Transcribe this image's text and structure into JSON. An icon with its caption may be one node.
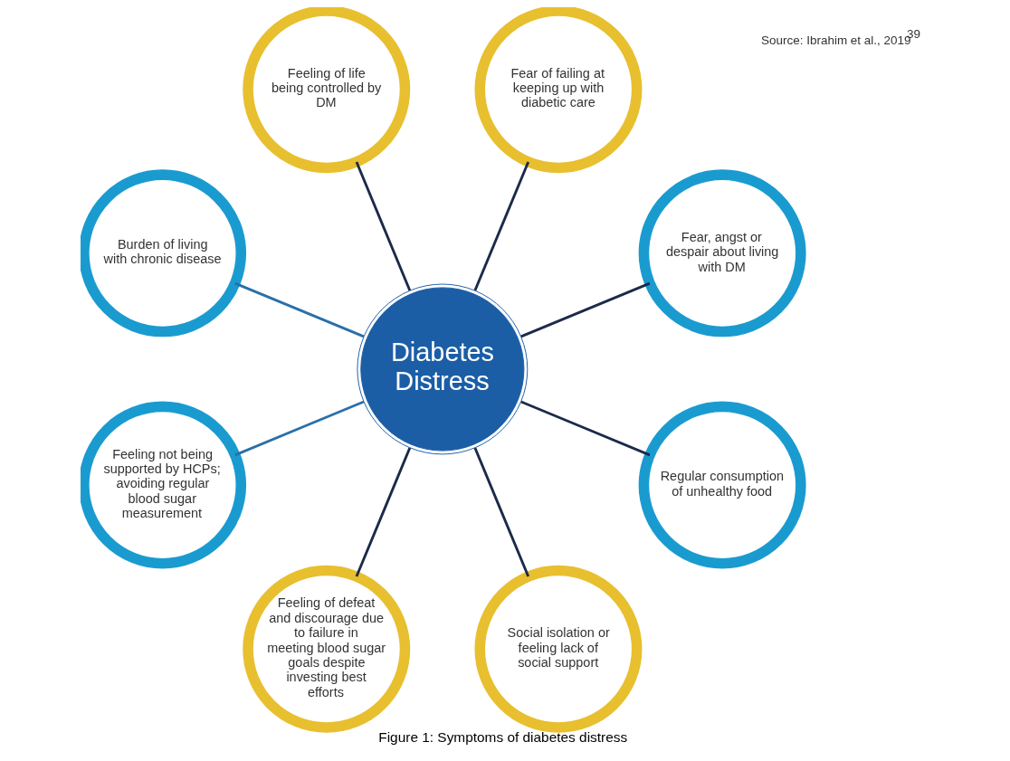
{
  "diagram": {
    "caption": "Figure 1: Symptoms of diabetes distress",
    "nodes": [
      {
        "text": [
          "Diabetes Distress"
        ]
      },
      {
        "text": [
          "Fear, angst or despair about living with DM"
        ]
      },
      {
        "text": [
          "Fear of failing at keeping up with diabetic care"
        ]
      },
      {
        "text": [
          "Feeling of life being controlled by DM"
        ]
      },
      {
        "text": [
          "Burden of living with chronic disease"
        ]
      },
      {
        "text": [
          "Feeling not being supported by HCPs; avoiding regular blood sugar measurement"
        ]
      },
      {
        "text": [
          "Feeling of defeat and discourage due to failure in meeting blood sugar goals despite investing best efforts"
        ]
      },
      {
        "text": [
          "Social isolation or feeling lack of social support"
        ]
      },
      {
        "text": [
          "Regular consumption of unhealthy food"
        ]
      }
    ],
    "edges": [
      {
        "from": 0,
        "to": 1,
        "arrow": "none"
      },
      {
        "from": 0,
        "to": 3,
        "arrow": "none"
      },
      {
        "from": 0,
        "to": 5,
        "arrow": "none",
        "color": "#2a6fa8"
      },
      {
        "from": 0,
        "to": 7,
        "arrow": "none"
      },
      {
        "from": 0,
        "to": 8,
        "arrow": "none"
      },
      {
        "from": 0,
        "to": 6,
        "arrow": "none"
      },
      {
        "from": 0,
        "to": 4,
        "arrow": "none",
        "color": "#2a6fa8"
      },
      {
        "from": 0,
        "to": 2,
        "arrow": "none"
      }
    ],
    "labels": [
      "Source: Ibrahim et al., 2019$^{39}$"
    ]
  }
}
